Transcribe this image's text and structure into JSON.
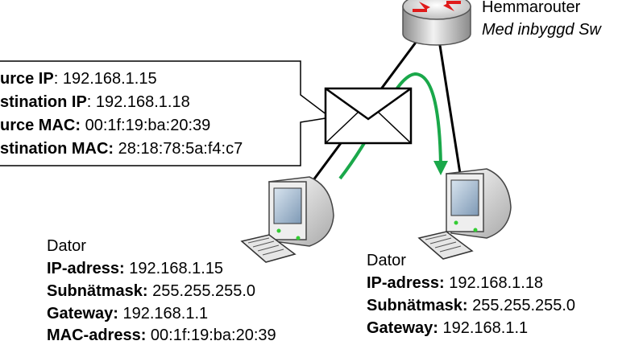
{
  "router": {
    "name": "Hemmarouter",
    "subtitle": "Med inbyggd Sw"
  },
  "packet": {
    "source_ip_label": "urce IP",
    "source_ip": "192.168.1.15",
    "destination_ip_label": "stination IP",
    "destination_ip": "192.168.1.18",
    "source_mac_label": "urce MAC:",
    "source_mac": "00:1f:19:ba:20:39",
    "destination_mac_label": "stination MAC:",
    "destination_mac": "28:18:78:5a:f4:c7"
  },
  "computer_left": {
    "title": "Dator",
    "ip_label": "IP-adress:",
    "ip": "192.168.1.15",
    "mask_label": "Subnätmask:",
    "mask": "255.255.255.0",
    "gateway_label": "Gateway:",
    "gateway": "192.168.1.1",
    "mac_label": "MAC-adress:",
    "mac": "00:1f:19:ba:20:39"
  },
  "computer_right": {
    "title": "Dator",
    "ip_label": "IP-adress:",
    "ip": "192.168.1.18",
    "mask_label": "Subnätmask:",
    "mask": "255.255.255.0",
    "gateway_label": "Gateway:",
    "gateway": "192.168.1.1"
  },
  "colors": {
    "arrow": "#1aa84a",
    "router_arrows": "#e01b1b",
    "line": "#000000"
  },
  "icons": {
    "router": "router-icon",
    "envelope": "envelope-icon",
    "computer": "computer-icon"
  }
}
